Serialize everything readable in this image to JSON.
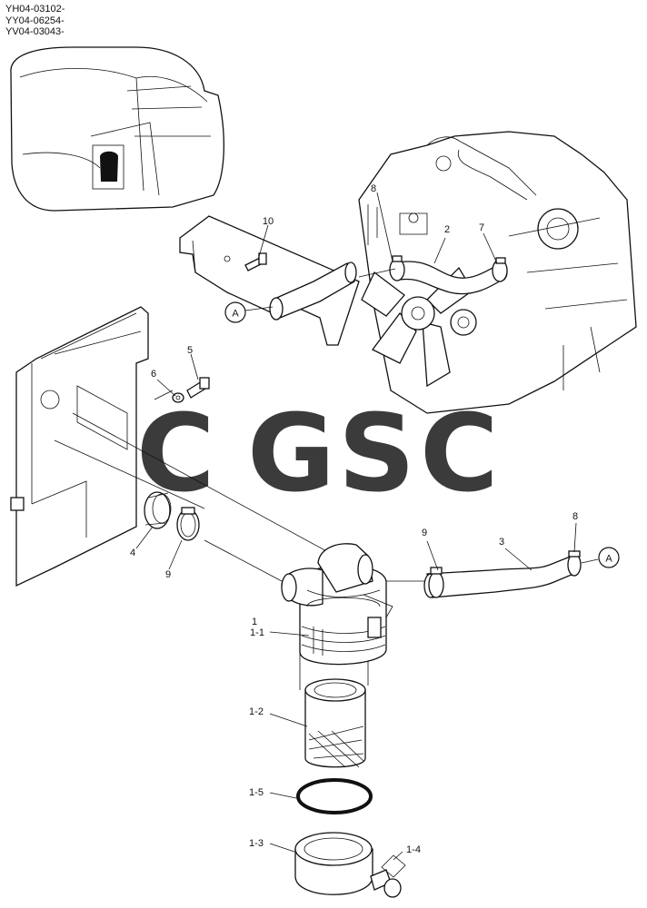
{
  "header": {
    "serials": [
      "YH04-03102-",
      "YY04-06254-",
      "YV04-03043-"
    ]
  },
  "callouts": {
    "p1": "1",
    "p1_1": "1-1",
    "p1_2": "1-2",
    "p1_3": "1-3",
    "p1_4": "1-4",
    "p1_5": "1-5",
    "p2": "2",
    "p3": "3",
    "p4": "4",
    "p5": "5",
    "p6": "6",
    "p7": "7",
    "p8_top": "8",
    "p8_right": "8",
    "p9_left": "9",
    "p9_right": "9",
    "p10": "10",
    "ref_a_left": "A",
    "ref_a_right": "A"
  },
  "watermark": {
    "letters": [
      "C",
      "G",
      "S",
      "C"
    ],
    "colors": [
      "#4f8ef0",
      "#ef6a62",
      "#f7cf4a",
      "#3fae6a"
    ]
  }
}
